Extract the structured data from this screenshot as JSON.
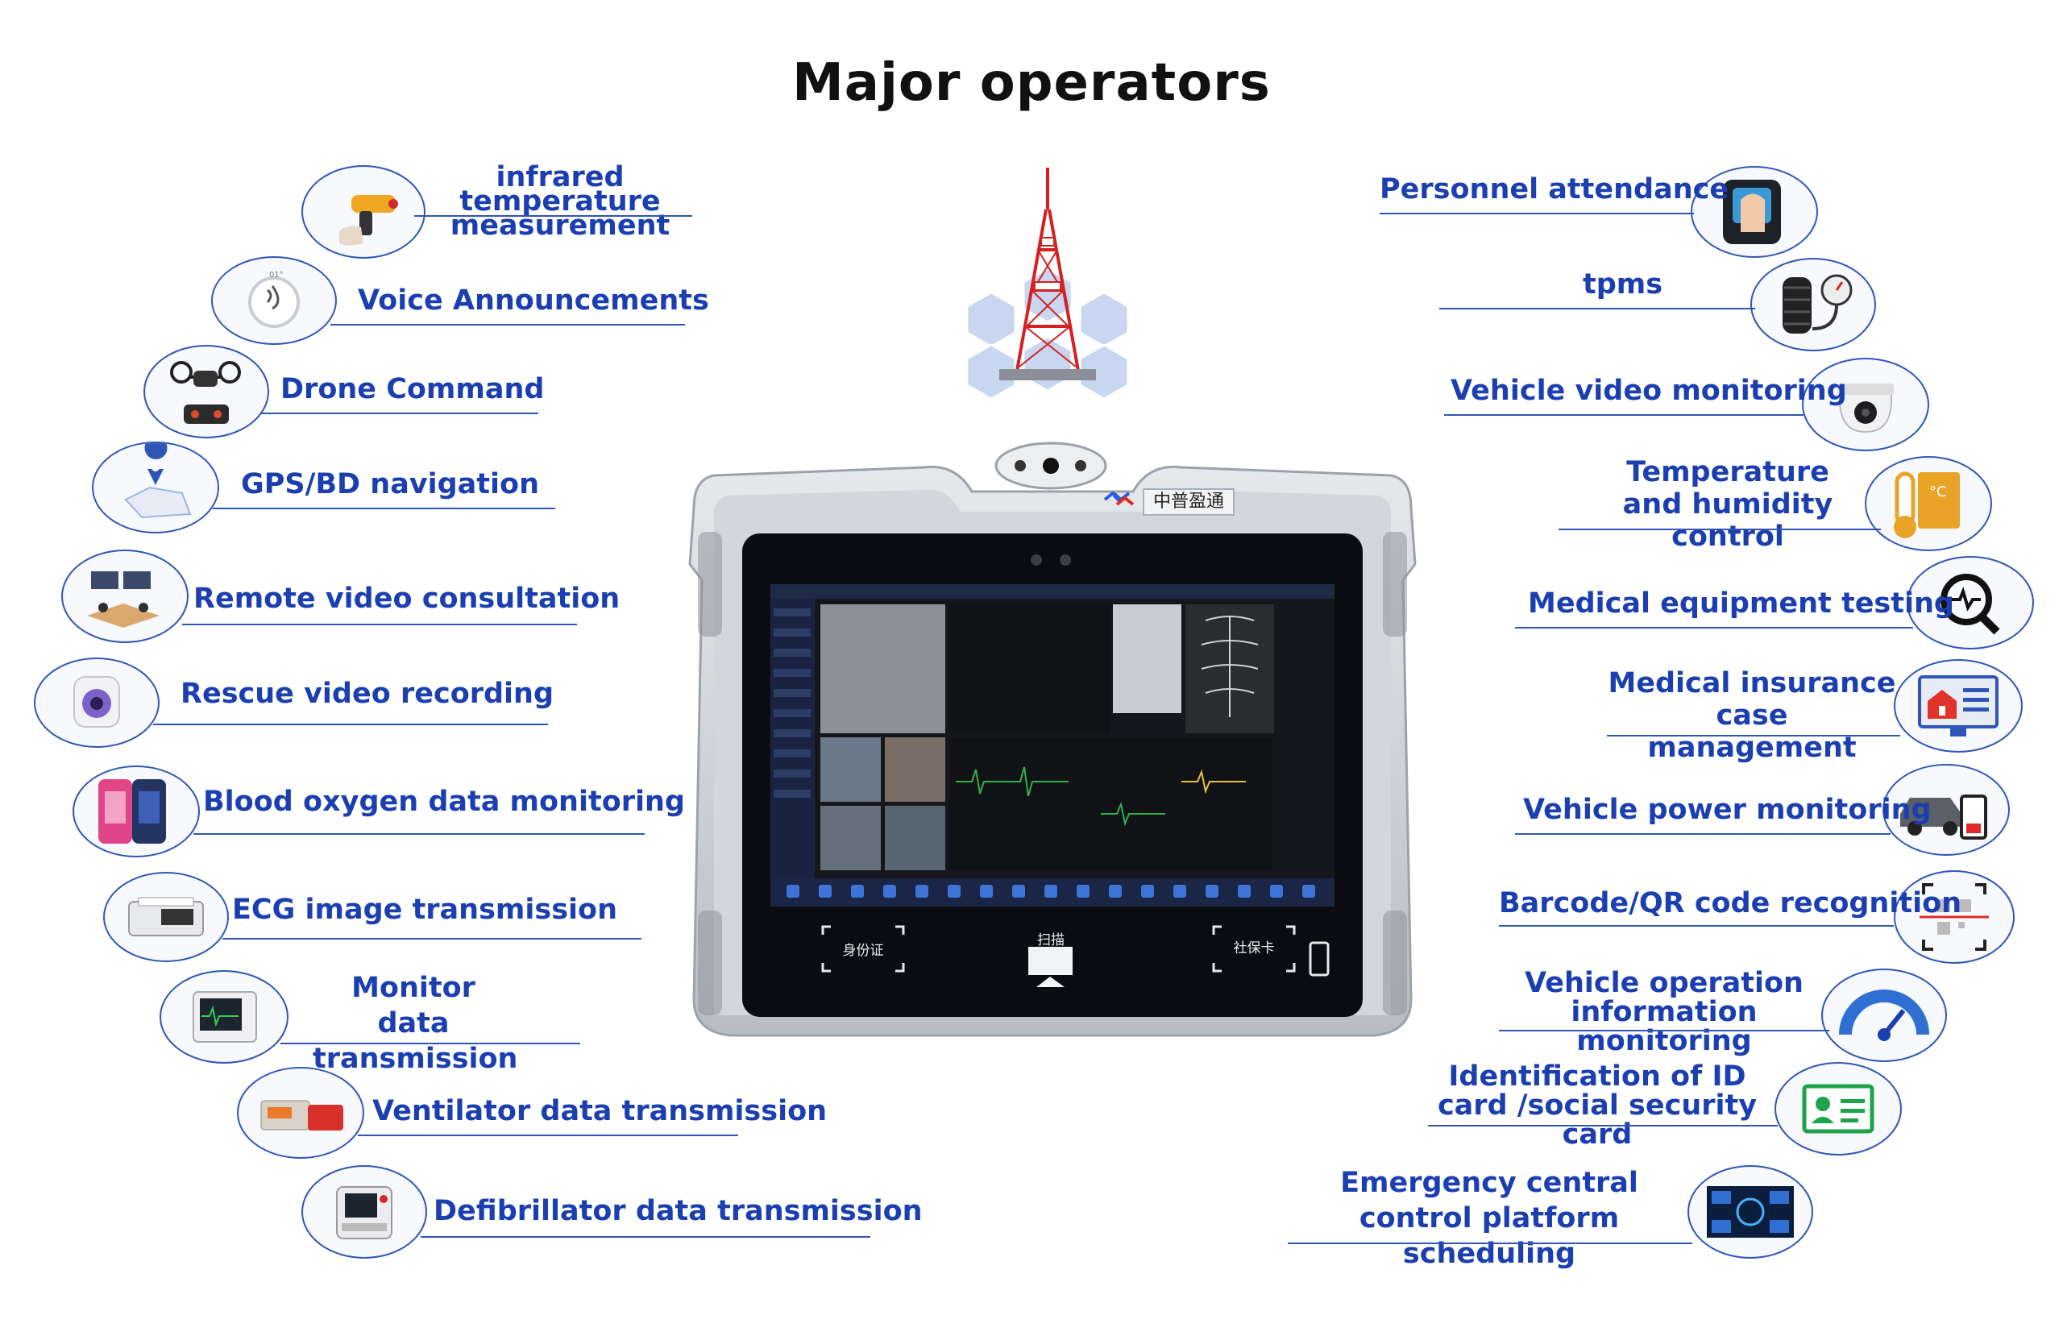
{
  "title": "Major operators",
  "left_features": [
    {
      "label": "infrared temperature measurement",
      "icon": "infrared-thermometer-icon"
    },
    {
      "label": "Voice Announcements",
      "icon": "speaker-icon"
    },
    {
      "label": "Drone Command",
      "icon": "drone-icon"
    },
    {
      "label": "GPS/BD navigation",
      "icon": "map-pin-icon"
    },
    {
      "label": "Remote video consultation",
      "icon": "video-conference-icon"
    },
    {
      "label": "Rescue video recording",
      "icon": "camera-cube-icon"
    },
    {
      "label": "Blood oxygen data monitoring",
      "icon": "smartphone-app-icon"
    },
    {
      "label": "ECG image transmission",
      "icon": "ecg-machine-icon"
    },
    {
      "label": "Monitor data transmission",
      "icon": "patient-monitor-icon"
    },
    {
      "label": "Ventilator data transmission",
      "icon": "ventilator-icon"
    },
    {
      "label": "Defibrillator data transmission",
      "icon": "defibrillator-icon"
    }
  ],
  "right_features": [
    {
      "label": "Personnel attendance",
      "icon": "fingerprint-scanner-icon"
    },
    {
      "label": "tpms",
      "icon": "tire-pressure-icon"
    },
    {
      "label": "Vehicle video monitoring",
      "icon": "dome-camera-icon"
    },
    {
      "label": "Temperature and humidity control",
      "icon": "thermometer-icon"
    },
    {
      "label": "Medical equipment testing",
      "icon": "magnifier-pulse-icon"
    },
    {
      "label": "Medical insurance case management",
      "icon": "medical-record-monitor-icon"
    },
    {
      "label": "Vehicle power monitoring",
      "icon": "car-battery-icon"
    },
    {
      "label": "Barcode/QR code recognition",
      "icon": "qr-scan-icon"
    },
    {
      "label": "Vehicle operation information monitoring",
      "icon": "speedometer-icon"
    },
    {
      "label": "Identification of ID card /social security card",
      "icon": "id-card-icon"
    },
    {
      "label": "Emergency central control platform scheduling",
      "icon": "dashboard-screen-icon"
    }
  ],
  "device": {
    "brand": "中普盈通",
    "id_card_label": "身份证",
    "scan_label": "扫描",
    "social_card_label": "社保卡"
  },
  "colors": {
    "label": "#1b3fb0",
    "line": "#2f56b6",
    "device_frame": "#c9ccd1",
    "screen": "#0a0c12"
  }
}
